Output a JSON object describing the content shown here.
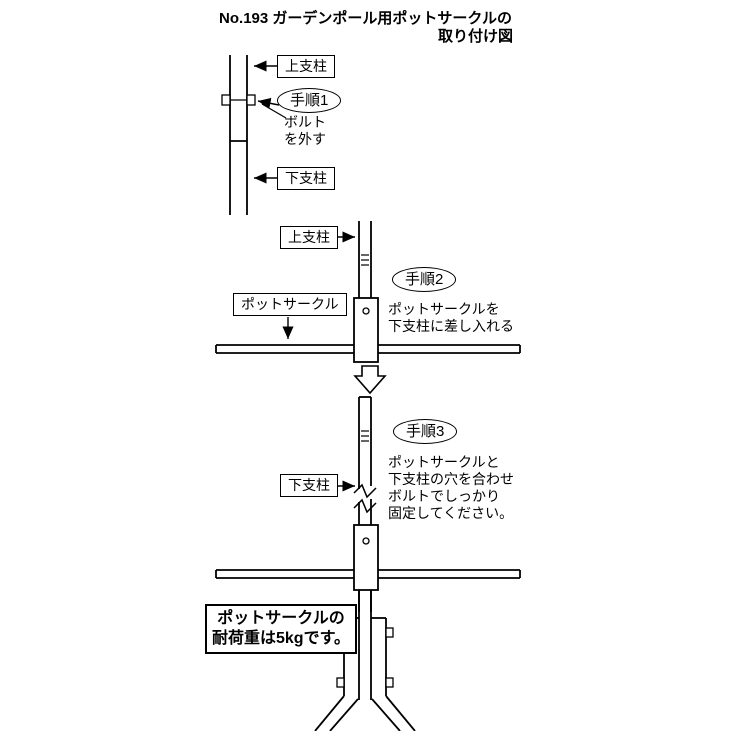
{
  "title": {
    "line1": "No.193 ガーデンポール用ポットサークルの",
    "line2": "取り付け図"
  },
  "step1": {
    "badge": "手順1",
    "upper_pole_label": "上支柱",
    "lower_pole_label": "下支柱",
    "bolt_note": {
      "line1": "ボルト",
      "line2": "を外す"
    }
  },
  "step2": {
    "badge": "手順2",
    "upper_pole_label": "上支柱",
    "pot_circle_label": "ポットサークル",
    "note": {
      "line1": "ポットサークルを",
      "line2": "下支柱に差し入れる"
    }
  },
  "step3": {
    "badge": "手順3",
    "lower_pole_label": "下支柱",
    "note": {
      "line1": "ポットサークルと",
      "line2": "下支柱の穴を合わせ",
      "line3": "ボルトでしっかり",
      "line4": "固定してください。"
    }
  },
  "capacity_note": {
    "line1": "ポットサークルの",
    "line2": "耐荷重は5kgです。"
  },
  "colors": {
    "line": "#000000",
    "background": "#ffffff"
  }
}
